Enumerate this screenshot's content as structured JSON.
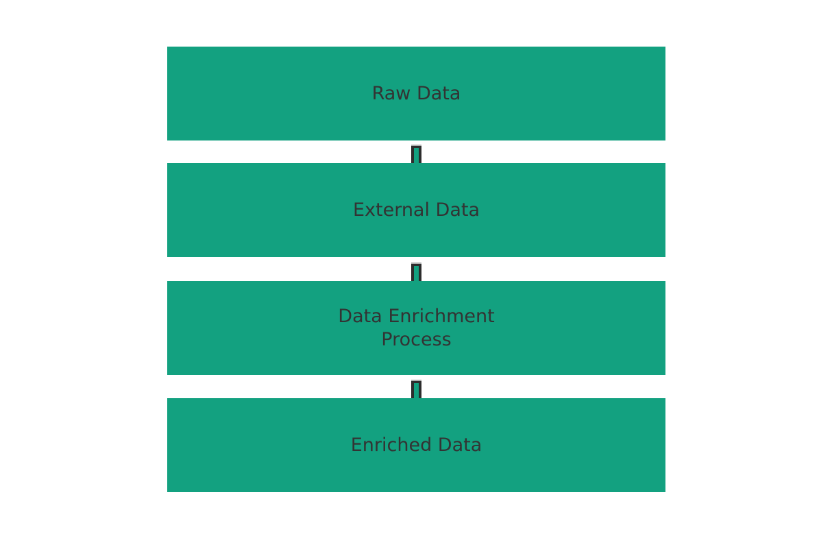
{
  "diagram": {
    "type": "flowchart",
    "direction": "top-down",
    "colors": {
      "background": "#ffffff",
      "node_fill": "#13a180",
      "text": "#333333",
      "connector_frame": "#2d2d2d",
      "connector_cap": "#b0b0b0"
    },
    "nodes": [
      {
        "label": "Raw Data"
      },
      {
        "label": "External Data"
      },
      {
        "label": "Data Enrichment\nProcess"
      },
      {
        "label": "Enriched Data"
      }
    ],
    "connectors": [
      {
        "from": "Raw Data",
        "to": "External Data"
      },
      {
        "from": "External Data",
        "to": "Data Enrichment Process"
      },
      {
        "from": "Data Enrichment Process",
        "to": "Enriched Data"
      }
    ]
  }
}
